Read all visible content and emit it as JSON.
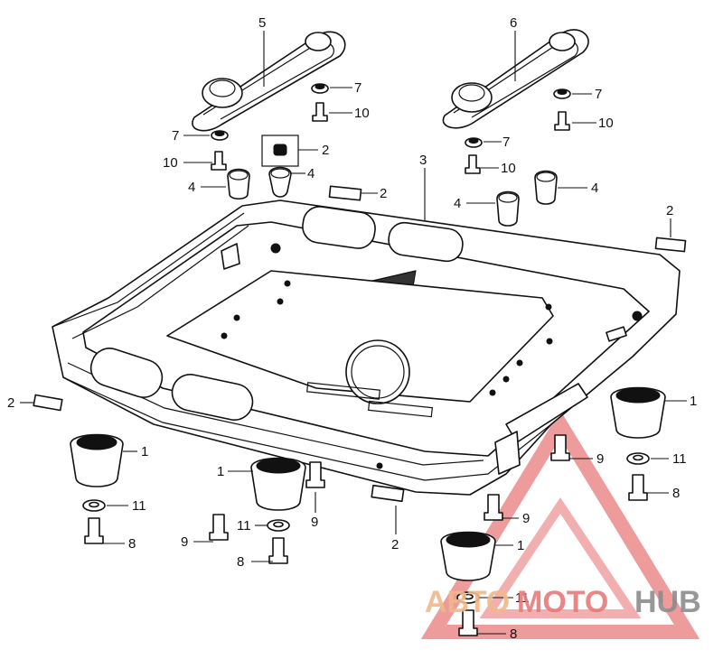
{
  "callouts": {
    "c5": "5",
    "c6": "6",
    "c7a": "7",
    "c7b": "7",
    "c7c": "7",
    "c7d": "7",
    "c10a": "10",
    "c10b": "10",
    "c10c": "10",
    "c10d": "10",
    "c2a": "2",
    "c2b": "2",
    "c2c": "2",
    "c2d": "2",
    "c2e": "2",
    "c3": "3",
    "c4a": "4",
    "c4b": "4",
    "c4c": "4",
    "c4d": "4",
    "c1a": "1",
    "c1b": "1",
    "c1c": "1",
    "c1d": "1",
    "c11a": "11",
    "c11b": "11",
    "c11c": "11",
    "c11d": "11",
    "c9a": "9",
    "c9b": "9",
    "c9c": "9",
    "c9d": "9",
    "c8a": "8",
    "c8b": "8",
    "c8c": "8",
    "c8d": "8"
  },
  "watermark": {
    "part1": "АВТО",
    "part2": "MOTO",
    "part3": "HUB",
    "colors": {
      "orange": "#f1b98a",
      "red": "#e87a7a",
      "gray": "#8c8c8c"
    }
  }
}
